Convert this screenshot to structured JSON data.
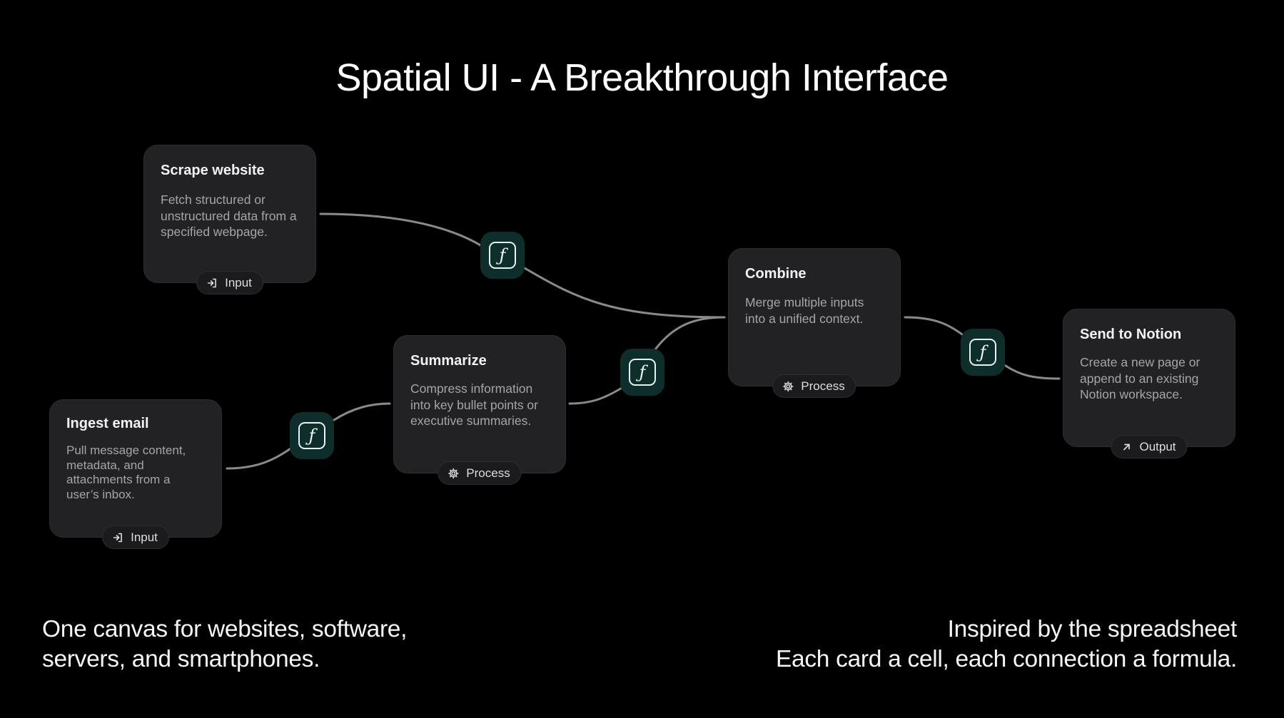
{
  "title": "Spatial UI - A Breakthrough Interface",
  "cards": [
    {
      "id": "scrape",
      "title": "Scrape website",
      "description": "Fetch structured or unstructured data from a specified webpage.",
      "badge": "Input",
      "badge_icon": "input-icon"
    },
    {
      "id": "email",
      "title": "Ingest email",
      "description": "Pull message content, metadata, and attachments from a user’s inbox.",
      "badge": "Input",
      "badge_icon": "input-icon"
    },
    {
      "id": "summarize",
      "title": "Summarize",
      "description": "Compress information into key bullet points or executive summaries.",
      "badge": "Process",
      "badge_icon": "gear-icon"
    },
    {
      "id": "combine",
      "title": "Combine",
      "description": "Merge multiple inputs into a unified context.",
      "badge": "Process",
      "badge_icon": "gear-icon"
    },
    {
      "id": "notion",
      "title": "Send to Notion",
      "description": "Create a new page or append to an existing Notion workspace.",
      "badge": "Output",
      "badge_icon": "arrow-up-right-icon"
    }
  ],
  "function_nodes": [
    {
      "id": "f1",
      "symbol": "ƒ",
      "icon": "function-icon"
    },
    {
      "id": "f2",
      "symbol": "ƒ",
      "icon": "function-icon"
    },
    {
      "id": "f3",
      "symbol": "ƒ",
      "icon": "function-icon"
    },
    {
      "id": "f4",
      "symbol": "ƒ",
      "icon": "function-icon"
    }
  ],
  "captions": {
    "left": [
      "One canvas for websites, software,",
      "servers, and smartphones."
    ],
    "right": [
      "Inspired by the spreadsheet",
      "Each card a cell, each connection a formula."
    ]
  },
  "colors": {
    "background": "#000000",
    "card": "#222224",
    "function_node": "#0e2e2c",
    "wire": "#8a8a8d"
  }
}
